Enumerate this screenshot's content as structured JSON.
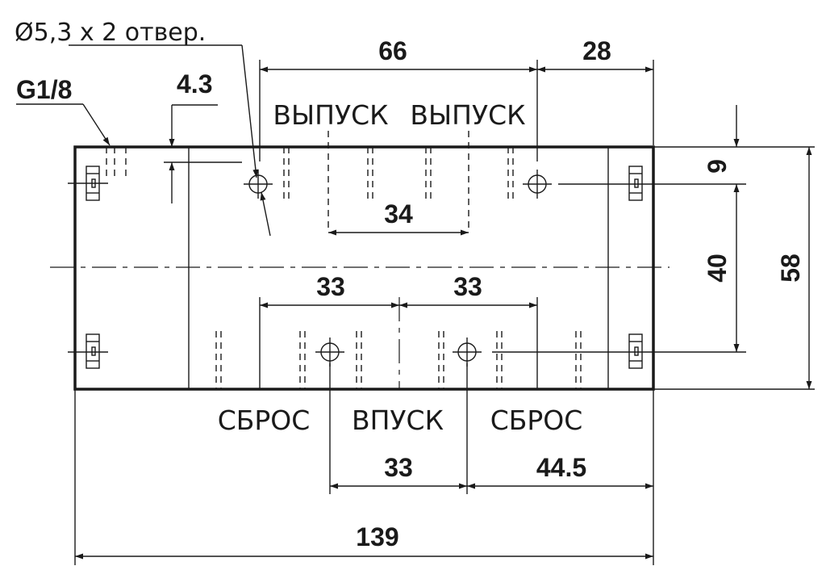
{
  "drawing": {
    "dimensions": {
      "overall_length": "139",
      "top_spacing": "66",
      "right_offset": "28",
      "outlet_spacing": "34",
      "center_left": "33",
      "center_right": "33",
      "bottom_spacing": "33",
      "bottom_right": "44.5",
      "top_offset": "9",
      "hole_spacing_vertical": "40",
      "overall_height": "58",
      "depth_step": "4.3"
    },
    "notes": {
      "mounting_holes": "Ø5,3 x 2 отвер.",
      "thread": "G1/8"
    },
    "ports": {
      "outlet_1": "ВЫПУСК",
      "outlet_2": "ВЫПУСК",
      "exhaust_left": "СБРОС",
      "inlet": "ВПУСК",
      "exhaust_right": "СБРОС"
    }
  }
}
